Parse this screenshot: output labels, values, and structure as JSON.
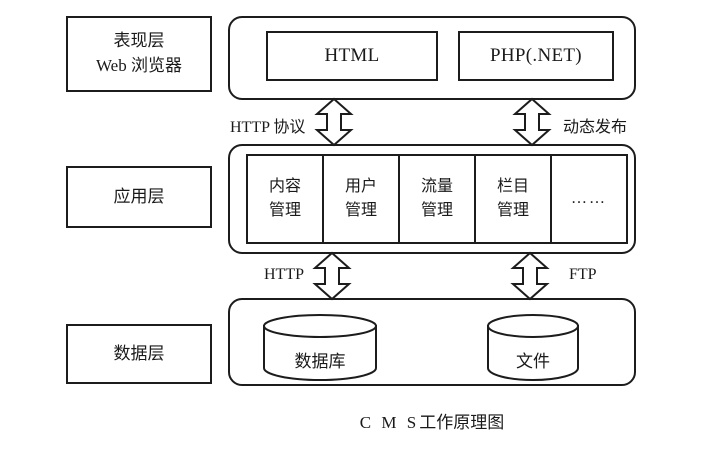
{
  "figure": {
    "caption_code": "C M S",
    "caption_text": "工作原理图"
  },
  "layers": [
    {
      "id": "presentation",
      "label_line1": "表现层",
      "label_line2": "Web 浏览器"
    },
    {
      "id": "application",
      "label_line1": "应用层",
      "label_line2": ""
    },
    {
      "id": "data",
      "label_line1": "数据层",
      "label_line2": ""
    }
  ],
  "presentation_layer": {
    "boxes": [
      {
        "id": "html",
        "label": "HTML"
      },
      {
        "id": "php",
        "label": "PHP(.NET)"
      }
    ]
  },
  "application_layer": {
    "modules": [
      {
        "id": "content",
        "line1": "内容",
        "line2": "管理"
      },
      {
        "id": "user",
        "line1": "用户",
        "line2": "管理"
      },
      {
        "id": "traffic",
        "line1": "流量",
        "line2": "管理"
      },
      {
        "id": "column",
        "line1": "栏目",
        "line2": "管理"
      },
      {
        "id": "more",
        "line1": "……",
        "line2": ""
      }
    ]
  },
  "data_layer": {
    "stores": [
      {
        "id": "database",
        "label": "数据库"
      },
      {
        "id": "files",
        "label": "文件"
      }
    ]
  },
  "connectors": [
    {
      "id": "http-protocol",
      "label": "HTTP 协议",
      "direction": "bidirectional"
    },
    {
      "id": "dynamic-publish",
      "label": "动态发布",
      "direction": "bidirectional"
    },
    {
      "id": "http",
      "label": "HTTP",
      "direction": "bidirectional"
    },
    {
      "id": "ftp",
      "label": "FTP",
      "direction": "bidirectional"
    }
  ],
  "colors": {
    "stroke": "#1c1c1c",
    "background": "#ffffff",
    "text": "#1a1a1a"
  }
}
